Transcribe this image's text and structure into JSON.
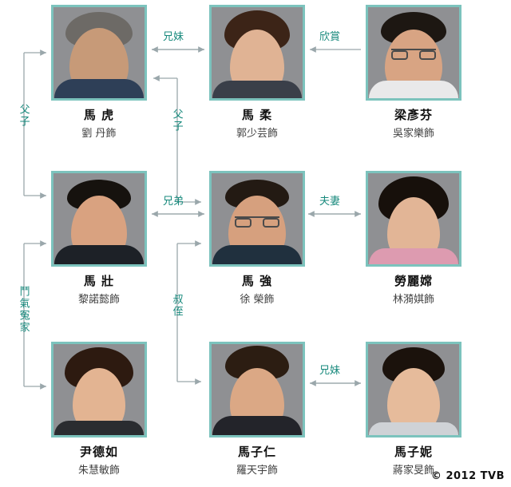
{
  "meta": {
    "copyright": "© 2012 TVB"
  },
  "characters": [
    {
      "id": "ma-fu",
      "name": "馬 虎",
      "actor": "劉 丹飾",
      "row": 1,
      "col": 1,
      "portrait": {
        "hair": "short-grey",
        "glasses": false,
        "gender": "male",
        "hair_color": "#6d6a66",
        "skin": "#c79a78",
        "clothes": "#2e3f57"
      }
    },
    {
      "id": "ma-yau",
      "name": "馬 柔",
      "actor": "郭少芸飾",
      "row": 1,
      "col": 2,
      "portrait": {
        "hair": "short-bob",
        "glasses": false,
        "gender": "female",
        "hair_color": "#3c2417",
        "skin": "#e0b394",
        "clothes": "#3a3f49"
      }
    },
    {
      "id": "leung-yin-fan",
      "name": "梁彥芬",
      "actor": "吳家樂飾",
      "row": 1,
      "col": 3,
      "portrait": {
        "hair": "short-male",
        "glasses": true,
        "gender": "male",
        "hair_color": "#1d1712",
        "skin": "#d8a483",
        "clothes": "#e9e9ea"
      }
    },
    {
      "id": "ma-chong",
      "name": "馬 壯",
      "actor": "黎諾懿飾",
      "row": 2,
      "col": 1,
      "portrait": {
        "hair": "short-male",
        "glasses": false,
        "gender": "male",
        "hair_color": "#16120e",
        "skin": "#d9a280",
        "clothes": "#1d2127"
      }
    },
    {
      "id": "ma-keung",
      "name": "馬 強",
      "actor": "徐 榮飾",
      "row": 2,
      "col": 2,
      "portrait": {
        "hair": "short-male",
        "glasses": true,
        "gender": "male",
        "hair_color": "#231a13",
        "skin": "#d6a07e",
        "clothes": "#20303e"
      }
    },
    {
      "id": "lo-lai-seung",
      "name": "勞麗嫦",
      "actor": "林漪娸飾",
      "row": 2,
      "col": 3,
      "portrait": {
        "hair": "bob",
        "glasses": false,
        "gender": "female",
        "hair_color": "#17100b",
        "skin": "#e2b596",
        "clothes": "#dd9bb0"
      }
    },
    {
      "id": "wan-tak-yu",
      "name": "尹德如",
      "actor": "朱慧敏飾",
      "row": 3,
      "col": 1,
      "portrait": {
        "hair": "side-bob",
        "glasses": false,
        "gender": "female",
        "hair_color": "#2d1a10",
        "skin": "#e3b492",
        "clothes": "#2a2c30"
      }
    },
    {
      "id": "ma-chi-yan",
      "name": "馬子仁",
      "actor": "羅天宇飾",
      "row": 3,
      "col": 2,
      "portrait": {
        "hair": "spiky",
        "glasses": false,
        "gender": "male",
        "hair_color": "#2c1d12",
        "skin": "#dba885",
        "clothes": "#23242a"
      }
    },
    {
      "id": "ma-chi-nei",
      "name": "馬子妮",
      "actor": "蔣家旻飾",
      "row": 3,
      "col": 3,
      "portrait": {
        "hair": "updo",
        "glasses": false,
        "gender": "female",
        "hair_color": "#1b120c",
        "skin": "#e6bb9b",
        "clothes": "#cfd2d6"
      }
    }
  ],
  "relations": [
    {
      "id": "rel-ma-fu-ma-yau",
      "label": "兄妹",
      "from": "ma-fu",
      "to": "ma-yau",
      "orientation": "horizontal",
      "arrows": "both"
    },
    {
      "id": "rel-leung-ma-yau",
      "label": "欣賞",
      "from": "leung-yin-fan",
      "to": "ma-yau",
      "orientation": "horizontal",
      "arrows": "left"
    },
    {
      "id": "rel-ma-fu-ma-chong",
      "label": "父子",
      "from": "ma-fu",
      "to": "ma-chong",
      "orientation": "vertical-left",
      "arrows": "both-out"
    },
    {
      "id": "rel-ma-fu-ma-keung",
      "label": "父子",
      "from": "ma-fu",
      "to": "ma-keung",
      "orientation": "vertical-mid",
      "arrows": "both-out"
    },
    {
      "id": "rel-ma-chong-ma-keung",
      "label": "兄弟",
      "from": "ma-chong",
      "to": "ma-keung",
      "orientation": "horizontal",
      "arrows": "both"
    },
    {
      "id": "rel-ma-keung-lo",
      "label": "夫妻",
      "from": "ma-keung",
      "to": "lo-lai-seung",
      "orientation": "horizontal",
      "arrows": "both"
    },
    {
      "id": "rel-ma-chong-wan",
      "label": "鬥氣冤家",
      "from": "ma-chong",
      "to": "wan-tak-yu",
      "orientation": "vertical-left",
      "arrows": "both-out"
    },
    {
      "id": "rel-ma-keung-ma-chi-yan",
      "label": "叔侄",
      "from": "ma-keung",
      "to": "ma-chi-yan",
      "orientation": "vertical-mid",
      "arrows": "both-out"
    },
    {
      "id": "rel-ma-chi-yan-ma-chi-nei",
      "label": "兄妹",
      "from": "ma-chi-yan",
      "to": "ma-chi-nei",
      "orientation": "horizontal",
      "arrows": "both"
    }
  ],
  "colors": {
    "frame_border": "#7cc3bd",
    "relation_text": "#17897c",
    "connector_line": "#9aa7ab",
    "name_text": "#101010",
    "actor_text": "#3f3f3f",
    "background": "#ffffff"
  }
}
